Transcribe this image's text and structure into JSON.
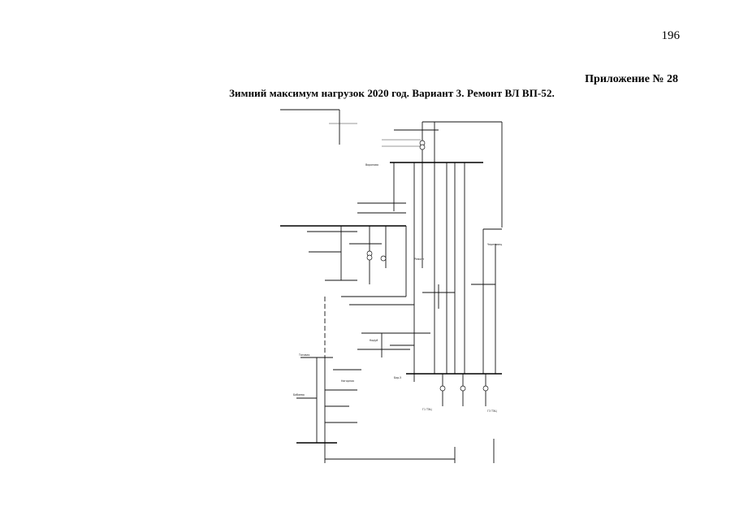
{
  "page": {
    "number": "196",
    "appendix": "Приложение № 28",
    "title": "Зимний максимум нагрузок 2020 год. Вариант 3. Ремонт ВЛ ВП-52."
  },
  "diagram": {
    "labels": [
      "Тяговая",
      "Бабаево",
      "Нагорная",
      "Воронова",
      "Ремонт",
      "Кадуй",
      "Бор-5",
      "Г1 ТЭЦ",
      "Г3 ТЭЦ",
      "Череповец"
    ]
  }
}
